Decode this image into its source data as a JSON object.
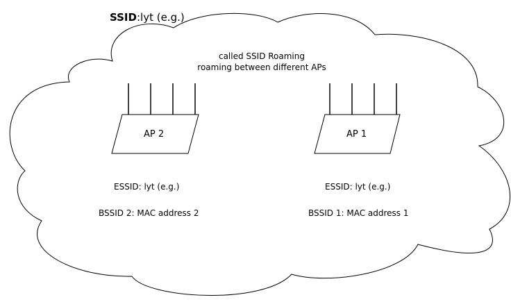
{
  "ssid_title": {
    "key": "SSID",
    "separator": ":",
    "value": "lyt (e.g.)"
  },
  "roaming_note": {
    "line1": "called SSID Roaming",
    "line2": "roaming between different APs"
  },
  "access_points": [
    {
      "label": "AP 2",
      "essid": "ESSID: lyt (e.g.)",
      "bssid": "BSSID 2: MAC address 2"
    },
    {
      "label": "AP 1",
      "essid": "ESSID: lyt (e.g.)",
      "bssid": "BSSID 1: MAC address 1"
    }
  ],
  "colors": {
    "stroke": "#000000",
    "background": "#ffffff"
  }
}
